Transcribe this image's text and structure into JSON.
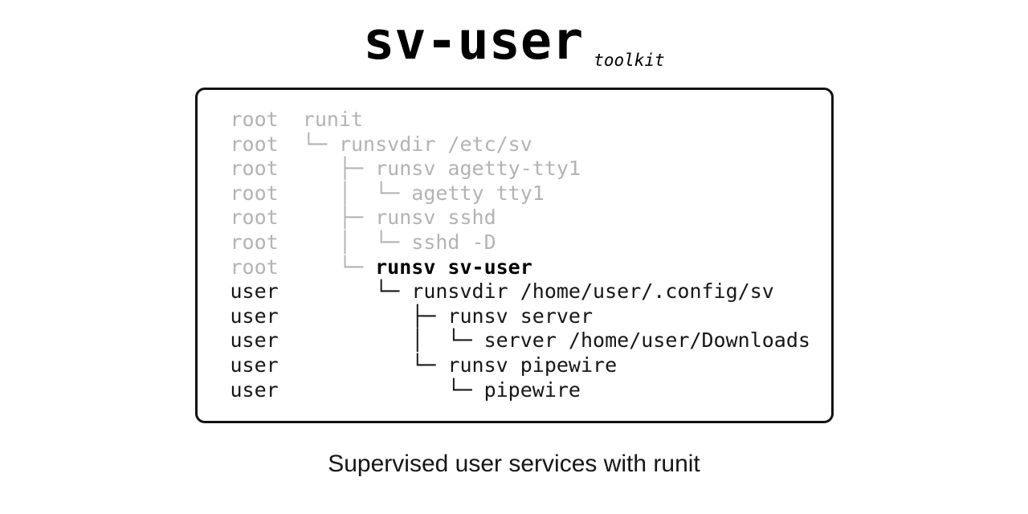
{
  "header": {
    "title": "sv-user",
    "subtitle": "toolkit"
  },
  "tree_panel": {
    "rows": [
      {
        "owner": "root",
        "prefix": "",
        "label": "runit",
        "variant": "dim"
      },
      {
        "owner": "root",
        "prefix": "└─ ",
        "label": "runsvdir /etc/sv",
        "variant": "dim"
      },
      {
        "owner": "root",
        "prefix": "   ├─ ",
        "label": "runsv agetty-tty1",
        "variant": "dim"
      },
      {
        "owner": "root",
        "prefix": "   │  └─ ",
        "label": "agetty tty1",
        "variant": "dim"
      },
      {
        "owner": "root",
        "prefix": "   ├─ ",
        "label": "runsv sshd",
        "variant": "dim"
      },
      {
        "owner": "root",
        "prefix": "   │  └─ ",
        "label": "sshd -D",
        "variant": "dim"
      },
      {
        "owner": "root",
        "prefix": "   └─ ",
        "label": "runsv sv-user",
        "variant": "highlight"
      },
      {
        "owner": "user",
        "prefix": "      └─ ",
        "label": "runsvdir /home/user/.config/sv",
        "variant": "normal"
      },
      {
        "owner": "user",
        "prefix": "         ├─ ",
        "label": "runsv server",
        "variant": "normal"
      },
      {
        "owner": "user",
        "prefix": "         │  └─ ",
        "label": "server /home/user/Downloads",
        "variant": "normal"
      },
      {
        "owner": "user",
        "prefix": "         └─ ",
        "label": "runsv pipewire",
        "variant": "normal"
      },
      {
        "owner": "user",
        "prefix": "            └─ ",
        "label": "pipewire",
        "variant": "normal"
      }
    ]
  },
  "footer": {
    "caption": "Supervised user services with runit"
  },
  "colors": {
    "dim": "#b3b3b3",
    "text": "#161616",
    "highlight": "#000000",
    "panel_border": "#111111",
    "background": "#ffffff"
  }
}
